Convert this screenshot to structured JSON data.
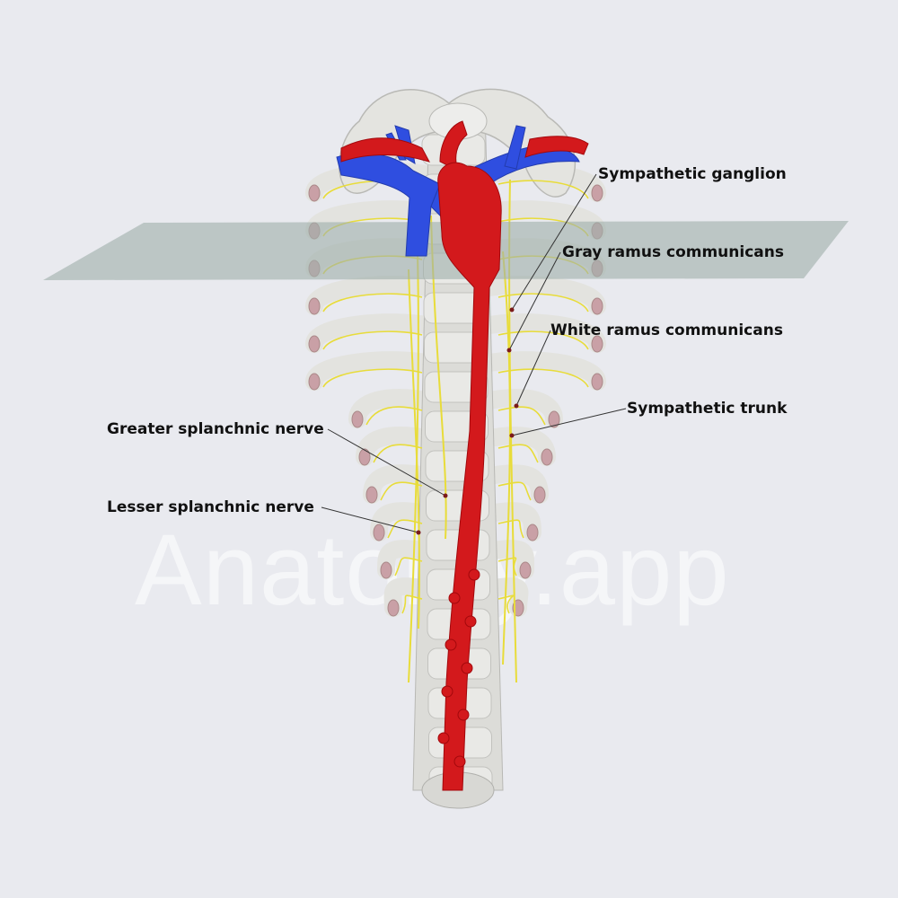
{
  "watermark": "Anatomy.app",
  "labels": {
    "sympathetic_ganglion": "Sympathetic ganglion",
    "gray_ramus": "Gray ramus communicans",
    "white_ramus": "White ramus communicans",
    "sympathetic_trunk": "Sympathetic trunk",
    "greater_splanchnic": "Greater splanchnic nerve",
    "lesser_splanchnic": "Lesser splanchnic nerve"
  },
  "colors": {
    "background": "#e9eaef",
    "bone": "#e6e6e3",
    "aorta": "#d3191c",
    "vein": "#2f4ee0",
    "nerve": "#e8dc3a",
    "plane": "#9fb0ab"
  }
}
